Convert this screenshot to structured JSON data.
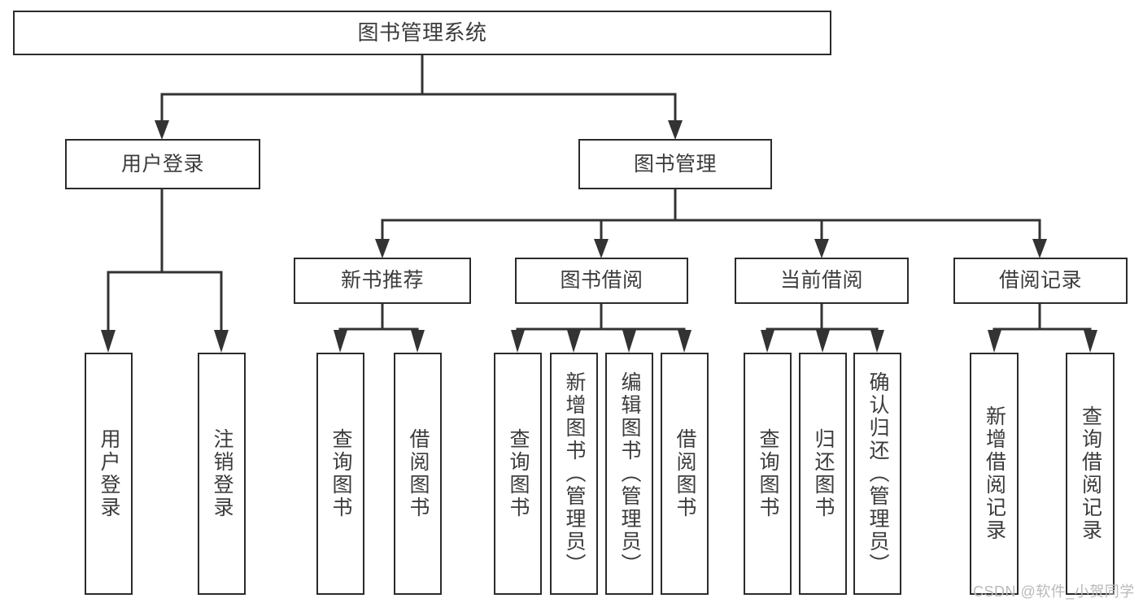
{
  "diagram": {
    "title": "图书管理系统",
    "type": "tree-hierarchy-chart",
    "watermark": "CSDN @软件_小贺同学",
    "colors": {
      "box_border": "#2b2b2b",
      "box_fill": "#ffffff",
      "connector": "#333333",
      "text": "#3c3c3c",
      "watermark": "#b9b9b9",
      "background": "#ffffff"
    },
    "root": {
      "label": "图书管理系统"
    },
    "level2": [
      {
        "id": "user-login",
        "label": "用户登录"
      },
      {
        "id": "book-management",
        "label": "图书管理"
      }
    ],
    "level3": [
      {
        "id": "new-book-recommend",
        "label": "新书推荐",
        "parent": "book-management"
      },
      {
        "id": "book-borrow",
        "label": "图书借阅",
        "parent": "book-management"
      },
      {
        "id": "current-borrow",
        "label": "当前借阅",
        "parent": "book-management"
      },
      {
        "id": "borrow-record",
        "label": "借阅记录",
        "parent": "book-management"
      }
    ],
    "leaves": [
      {
        "id": "leaf-user-login",
        "label": "用户登录",
        "parent": "user-login"
      },
      {
        "id": "leaf-logout-login",
        "label": "注销登录",
        "parent": "user-login"
      },
      {
        "id": "leaf-query-book-1",
        "label": "查询图书",
        "parent": "new-book-recommend"
      },
      {
        "id": "leaf-borrow-book-1",
        "label": "借阅图书",
        "parent": "new-book-recommend"
      },
      {
        "id": "leaf-query-book-2",
        "label": "查询图书",
        "parent": "book-borrow"
      },
      {
        "id": "leaf-add-book",
        "label": "新增图书（管理员）",
        "parent": "book-borrow"
      },
      {
        "id": "leaf-edit-book",
        "label": "编辑图书（管理员）",
        "parent": "book-borrow"
      },
      {
        "id": "leaf-borrow-book-2",
        "label": "借阅图书",
        "parent": "book-borrow"
      },
      {
        "id": "leaf-query-book-3",
        "label": "查询图书",
        "parent": "current-borrow"
      },
      {
        "id": "leaf-return-book",
        "label": "归还图书",
        "parent": "current-borrow"
      },
      {
        "id": "leaf-confirm-return",
        "label": "确认归还（管理员）",
        "parent": "current-borrow"
      },
      {
        "id": "leaf-add-record",
        "label": "新增借阅记录",
        "parent": "borrow-record"
      },
      {
        "id": "leaf-query-record",
        "label": "查询借阅记录",
        "parent": "borrow-record"
      }
    ]
  }
}
